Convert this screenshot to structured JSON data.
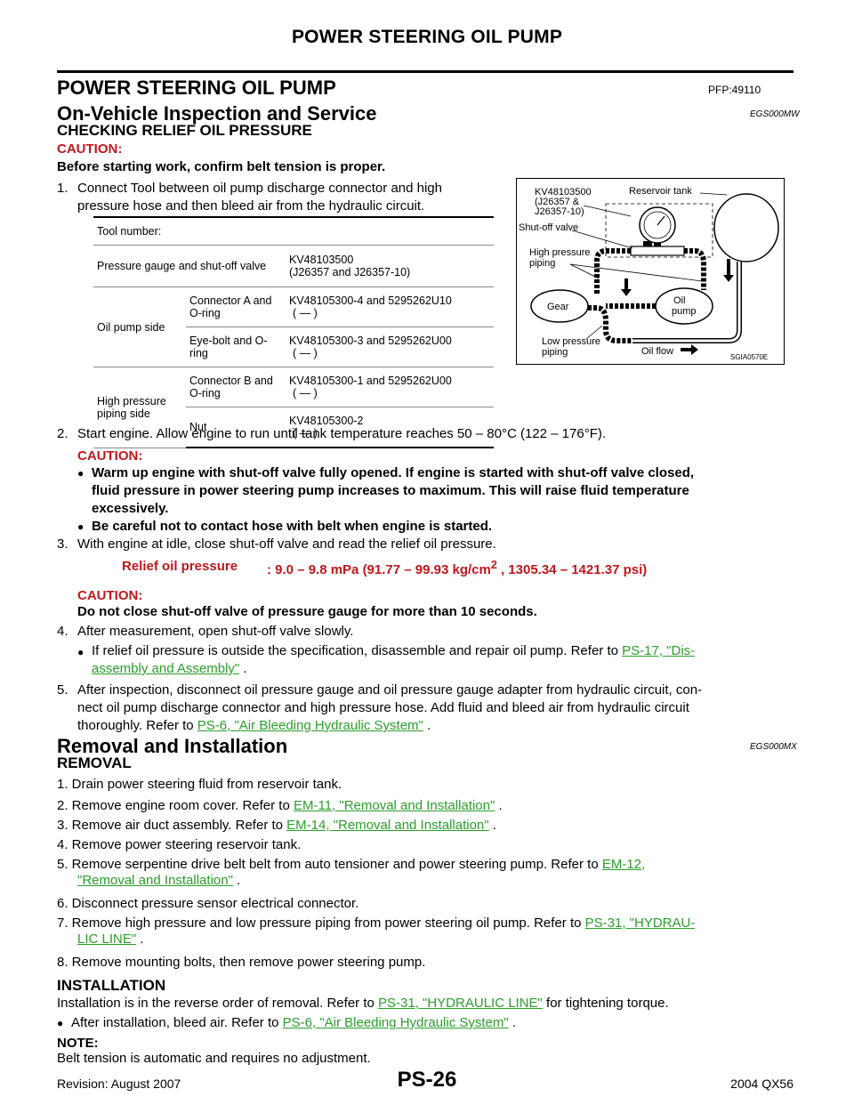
{
  "header": {
    "title": "POWER STEERING OIL PUMP"
  },
  "section": {
    "title": "POWER STEERING OIL PUMP",
    "pfp": "PFP:49110"
  },
  "inspection": {
    "title": "On-Vehicle Inspection and Service",
    "code": "EGS000MW",
    "subtitle": "CHECKING RELIEF OIL PRESSURE",
    "caution_label": "CAUTION:",
    "caution_text": "Before starting work, confirm belt tension is proper.",
    "step1_num": "1.",
    "step1_line1": "Connect Tool between oil pump discharge connector and high",
    "step1_line2": "pressure hose and then bleed air from the hydraulic circuit."
  },
  "tool_table": {
    "header": "Tool number:",
    "row1_name": "Pressure gauge and shut-off valve",
    "row1_num_a": "KV48103500",
    "row1_num_b": "(J26357 and J26357-10)",
    "group2": "Oil pump side",
    "row2_part_a": "Connector A and",
    "row2_part_b": "O-ring",
    "row2_num_a": "KV48105300-4 and 5295262U10",
    "row2_num_b": "( — )",
    "row3_part": "Eye-bolt and O-ring",
    "row3_num_a": "KV48105300-3 and 5295262U00",
    "row3_num_b": "( — )",
    "group3_a": "High pressure",
    "group3_b": "piping side",
    "row4_part_a": "Connector B and",
    "row4_part_b": "O-ring",
    "row4_num_a": "KV48105300-1 and 5295262U00",
    "row4_num_b": "( — )",
    "row5_part": "Nut",
    "row5_num_a": "KV48105300-2",
    "row5_num_b": "( — )"
  },
  "diagram": {
    "label_kv": "KV48103500",
    "label_kv2": "(J26357 &",
    "label_kv3": "J26357-10)",
    "label_reservoir": "Reservoir tank",
    "label_shutoff": "Shut-off valve",
    "label_high1": "High pressure",
    "label_high2": "piping",
    "label_gear": "Gear",
    "label_oil1": "Oil",
    "label_oil2": "pump",
    "label_low1": "Low pressure",
    "label_low2": "piping",
    "label_flow": "Oil flow",
    "code": "SGIA0570E"
  },
  "step2": {
    "num": "2.",
    "text": "Start engine. Allow engine to run until tank temperature reaches 50 – 80°C (122 – 176°F).",
    "caution_label": "CAUTION:",
    "bullet1_line1": "Warm up engine with shut-off valve fully opened. If engine is started with shut-off valve closed,",
    "bullet1_line2": "fluid pressure in power steering pump increases to maximum. This will raise fluid temperature",
    "bullet1_line3": "excessively.",
    "bullet2": "Be careful not to contact hose with belt when engine is started."
  },
  "step3": {
    "num": "3.",
    "text": "With engine at idle, close shut-off valve and read the relief oil pressure.",
    "relief_label": "Relief oil pressure",
    "relief_value_a": ": 9.0 – 9.8 mPa (91.77 – 99.93 kg/cm",
    "relief_sup": "2",
    "relief_value_b": " , 1305.34 – 1421.37 psi)",
    "caution_label": "CAUTION:",
    "caution_text": "Do not close shut-off valve of pressure gauge for more than 10 seconds."
  },
  "step4": {
    "num": "4.",
    "text": "After measurement, open shut-off valve slowly.",
    "bullet_text": "If relief oil pressure is outside the specification, disassemble and repair oil pump. Refer to ",
    "link_a": "PS-17, \"Dis-",
    "link_b": "assembly and Assembly\"",
    "tail": " ."
  },
  "step5": {
    "num": "5.",
    "line1": "After inspection, disconnect oil pressure gauge and oil pressure gauge adapter from hydraulic circuit, con-",
    "line2": "nect oil pump discharge connector and high pressure hose. Add fluid and bleed air from hydraulic circuit",
    "line3": "thoroughly. Refer to ",
    "link": "PS-6, \"Air Bleeding Hydraulic System\"",
    "tail": " ."
  },
  "removal": {
    "title": "Removal and Installation",
    "code": "EGS000MX",
    "subtitle": "REMOVAL",
    "s1": "1. Drain power steering fluid from reservoir tank.",
    "s2": "2. Remove engine room cover. Refer to ",
    "s2_link": "EM-11, \"Removal and Installation\"",
    "s3": "3. Remove air duct assembly. Refer to ",
    "s3_link": "EM-14, \"Removal and Installation\"",
    "s4": "4. Remove power steering reservoir tank.",
    "s5": "5. Remove serpentine drive belt belt from auto tensioner and power steering pump. Refer to ",
    "s5_link_a": "EM-12,",
    "s5_link_b": "\"Removal and Installation\"",
    "s6": "6. Disconnect pressure sensor electrical connector.",
    "s7": "7. Remove high pressure and low pressure piping from power steering oil pump. Refer to ",
    "s7_link_a": "PS-31, \"HYDRAU-",
    "s7_link_b": "LIC LINE\"",
    "s8": "8. Remove mounting bolts, then remove power steering pump.",
    "tail": " ."
  },
  "installation": {
    "subtitle": "INSTALLATION",
    "text": "Installation is in the reverse order of removal. Refer to ",
    "link": "PS-31, \"HYDRAULIC LINE\"",
    "text_b": "  for tightening torque.",
    "bullet": "After installation, bleed air. Refer to ",
    "bullet_link": "PS-6, \"Air Bleeding Hydraulic System\"",
    "tail": " .",
    "note_label": "NOTE:",
    "note_text": "Belt tension is automatic and requires no adjustment."
  },
  "footer": {
    "revision": "Revision: August 2007",
    "page": "PS-26",
    "model": "2004 QX56"
  }
}
